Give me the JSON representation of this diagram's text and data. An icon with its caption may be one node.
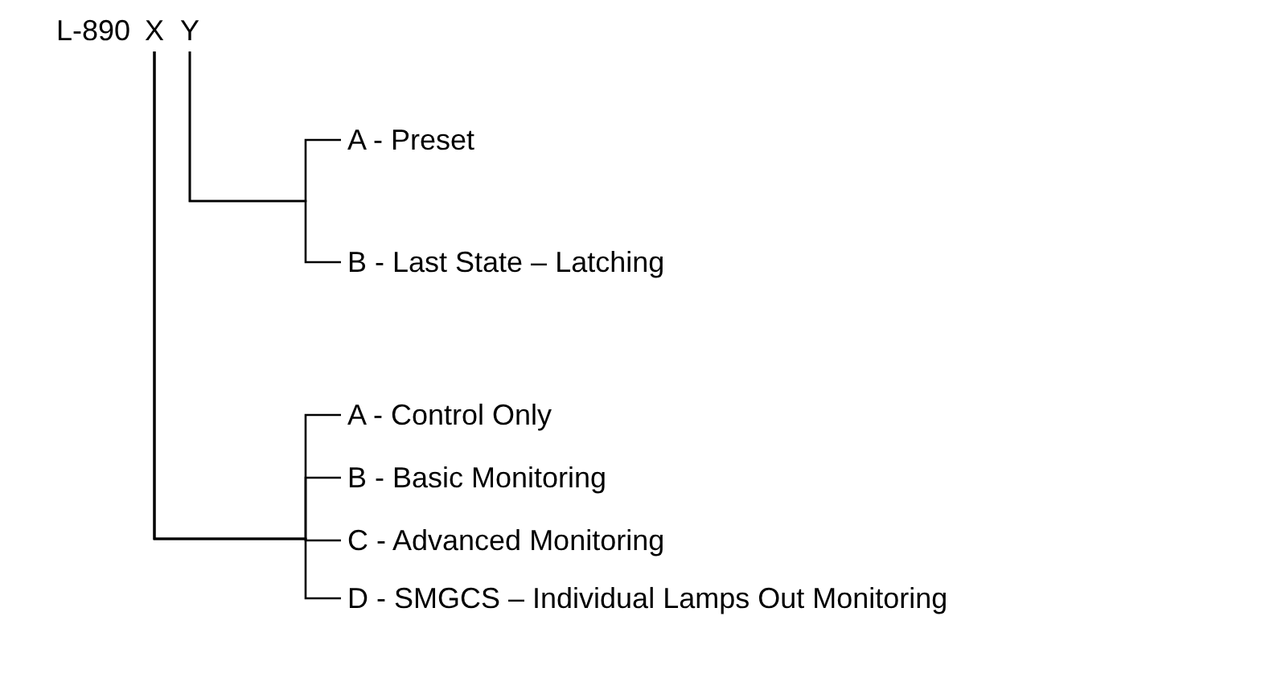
{
  "diagram": {
    "nodes": [
      {
        "text": [
          "L-890"
        ]
      },
      {
        "text": [
          "X"
        ]
      },
      {
        "text": [
          "Y"
        ]
      },
      {
        "text": [
          "A - Preset"
        ]
      },
      {
        "text": [
          "B - Last State – Latching"
        ]
      },
      {
        "text": [
          "A - Control Only"
        ]
      },
      {
        "text": [
          "B - Basic Monitoring"
        ]
      },
      {
        "text": [
          "C - Advanced Monitoring"
        ]
      },
      {
        "text": [
          "D - SMGCS – Individual Lamps Out Monitoring"
        ]
      }
    ],
    "edges": [
      {
        "from": 2,
        "to": 3,
        "arrow": "none"
      },
      {
        "from": 2,
        "to": 4,
        "arrow": "none"
      },
      {
        "from": 1,
        "to": 5,
        "arrow": "none"
      },
      {
        "from": 1,
        "to": 6,
        "arrow": "none"
      },
      {
        "from": 1,
        "to": 7,
        "arrow": "none"
      },
      {
        "from": 1,
        "to": 8,
        "arrow": "none"
      }
    ]
  }
}
